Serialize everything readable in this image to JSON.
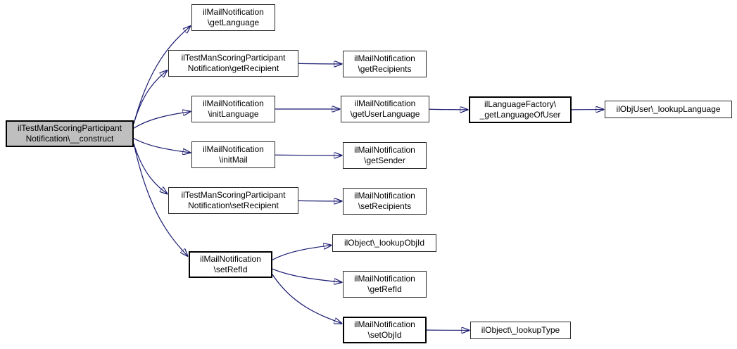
{
  "diagram": {
    "type": "call-graph",
    "edge_color": "#191970",
    "node_border_color": "#2b2b2b",
    "root_fill_color": "#bfbfbf",
    "node_fill_color": "#ffffff",
    "nodes": [
      {
        "id": "construct",
        "label": [
          "ilTestManScoringParticipant",
          "Notification\\__construct"
        ],
        "root": true
      },
      {
        "id": "getLanguage",
        "label": [
          "ilMailNotification",
          "\\getLanguage"
        ]
      },
      {
        "id": "getRecipient",
        "label": [
          "ilTestManScoringParticipant",
          "Notification\\getRecipient"
        ]
      },
      {
        "id": "getRecipients",
        "label": [
          "ilMailNotification",
          "\\getRecipients"
        ]
      },
      {
        "id": "initLanguage",
        "label": [
          "ilMailNotification",
          "\\initLanguage"
        ]
      },
      {
        "id": "getUserLanguage",
        "label": [
          "ilMailNotification",
          "\\getUserLanguage"
        ]
      },
      {
        "id": "getLanguageOfUser",
        "label": [
          "ilLanguageFactory\\",
          "_getLanguageOfUser"
        ],
        "bold": true
      },
      {
        "id": "lookupLanguage",
        "label": [
          "ilObjUser\\_lookupLanguage"
        ]
      },
      {
        "id": "initMail",
        "label": [
          "ilMailNotification",
          "\\initMail"
        ]
      },
      {
        "id": "getSender",
        "label": [
          "ilMailNotification",
          "\\getSender"
        ]
      },
      {
        "id": "setRecipient",
        "label": [
          "ilTestManScoringParticipant",
          "Notification\\setRecipient"
        ]
      },
      {
        "id": "setRecipients",
        "label": [
          "ilMailNotification",
          "\\setRecipients"
        ]
      },
      {
        "id": "setRefId",
        "label": [
          "ilMailNotification",
          "\\setRefId"
        ],
        "bold": true
      },
      {
        "id": "lookupObjId",
        "label": [
          "ilObject\\_lookupObjId"
        ]
      },
      {
        "id": "getRefId",
        "label": [
          "ilMailNotification",
          "\\getRefId"
        ]
      },
      {
        "id": "setObjId",
        "label": [
          "ilMailNotification",
          "\\setObjId"
        ],
        "bold": true
      },
      {
        "id": "lookupType",
        "label": [
          "ilObject\\_lookupType"
        ]
      }
    ],
    "edges": [
      {
        "from": "construct",
        "to": "getLanguage"
      },
      {
        "from": "construct",
        "to": "getRecipient"
      },
      {
        "from": "construct",
        "to": "initLanguage"
      },
      {
        "from": "construct",
        "to": "initMail"
      },
      {
        "from": "construct",
        "to": "setRecipient"
      },
      {
        "from": "construct",
        "to": "setRefId"
      },
      {
        "from": "getRecipient",
        "to": "getRecipients"
      },
      {
        "from": "initLanguage",
        "to": "getUserLanguage"
      },
      {
        "from": "getUserLanguage",
        "to": "getLanguageOfUser"
      },
      {
        "from": "getLanguageOfUser",
        "to": "lookupLanguage"
      },
      {
        "from": "initMail",
        "to": "getSender"
      },
      {
        "from": "setRecipient",
        "to": "setRecipients"
      },
      {
        "from": "setRefId",
        "to": "lookupObjId"
      },
      {
        "from": "setRefId",
        "to": "getRefId"
      },
      {
        "from": "setRefId",
        "to": "setObjId"
      },
      {
        "from": "setObjId",
        "to": "lookupType"
      }
    ]
  }
}
